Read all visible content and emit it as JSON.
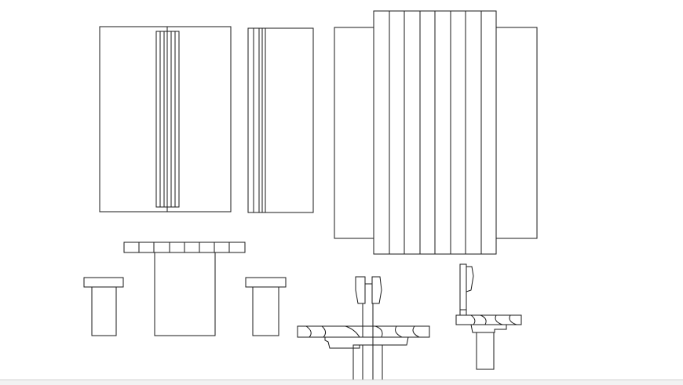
{
  "drawing": {
    "line_color": "#1a1a1a",
    "background": "#ffffff",
    "elements": [
      "wardrobe-front-elevation",
      "wardrobe-side-elevation",
      "bed-plan-view",
      "desk-with-stools-elevation",
      "round-table-section",
      "chair-side-section"
    ]
  }
}
